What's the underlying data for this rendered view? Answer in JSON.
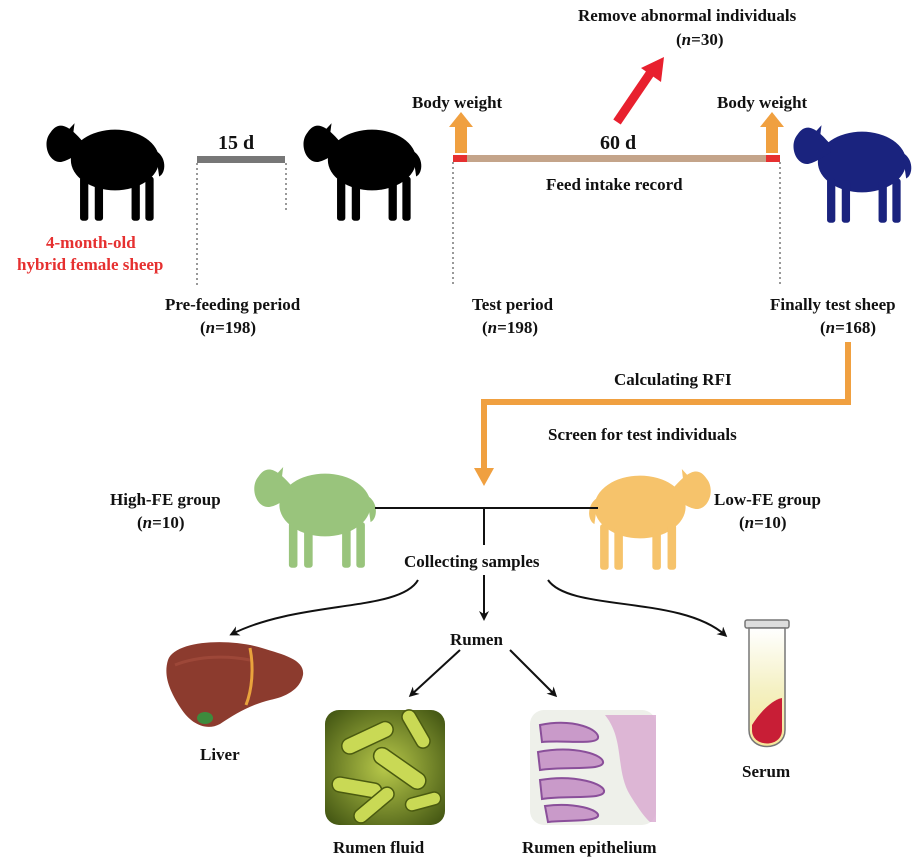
{
  "timeline": {
    "pre_days": "15 d",
    "test_days": "60 d",
    "feed_record": "Feed intake record",
    "body_weight_left": "Body weight",
    "body_weight_right": "Body weight",
    "remove_title": "Remove abnormal individuals",
    "remove_n": "30"
  },
  "stages": {
    "start_line1": "4-month-old",
    "start_line2": "hybrid female sheep",
    "pre_label": "Pre-feeding period",
    "pre_n": "198",
    "test_label": "Test period",
    "test_n": "198",
    "final_label": "Finally test sheep",
    "final_n": "168"
  },
  "selection": {
    "calc": "Calculating RFI",
    "screen": "Screen for test individuals",
    "high_group": "High-FE group",
    "high_n": "10",
    "low_group": "Low-FE group",
    "low_n": "10"
  },
  "samples": {
    "collect": "Collecting samples",
    "rumen": "Rumen",
    "liver": "Liver",
    "fluid": "Rumen fluid",
    "epithelium": "Rumen epithelium",
    "serum": "Serum"
  },
  "colors": {
    "sheep_black": "#000000",
    "sheep_navy": "#1a237e",
    "sheep_green": "#99c47c",
    "sheep_yellow": "#f6c36b",
    "orange": "#f0a040",
    "red": "#e63030",
    "bar_grey": "#777777",
    "bar_tan": "#c4a48a"
  }
}
